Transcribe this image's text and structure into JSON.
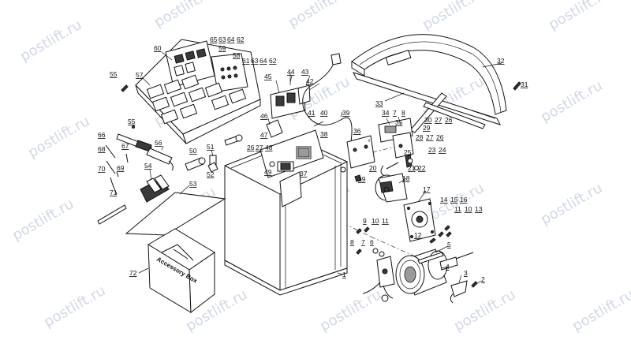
{
  "watermark": "postlift.ru",
  "box_text": "Accessory Box",
  "labels": {
    "l1": "1",
    "l2": "2",
    "l3": "3",
    "l4": "4",
    "l5": "5",
    "l6": "6",
    "l7": "7",
    "l8": "8",
    "l9": "9",
    "l10": "10",
    "l11": "11",
    "l11b": "11",
    "l10b": "10",
    "l13": "13",
    "l12": "12",
    "l14": "14",
    "l15": "15",
    "l16": "16",
    "l17": "17",
    "l18": "18",
    "l19": "19",
    "l20": "20",
    "l21": "21",
    "l22": "22",
    "l23": "23",
    "l24": "24",
    "l25": "25",
    "l28": "28",
    "l27a": "27",
    "l26a": "26",
    "l30": "30",
    "l27b": "27",
    "l26b": "26",
    "l29": "29",
    "l34": "34",
    "l7b": "7",
    "l8b": "8",
    "l35": "35",
    "l36": "36",
    "l31": "31",
    "l32": "32",
    "l33": "33",
    "l37": "37",
    "l38": "38",
    "l39": "39",
    "l40": "40",
    "l41": "41",
    "l42": "42",
    "l43": "43",
    "l44": "44",
    "l45": "45",
    "l46": "46",
    "l47": "47",
    "l26c": "26",
    "l27c": "27",
    "l48": "48",
    "l49": "49",
    "l50": "50",
    "l51": "51",
    "l52": "52",
    "l53": "53",
    "l54": "54",
    "l55a": "55",
    "l55b": "55",
    "l56": "56",
    "l57": "57",
    "l58": "58",
    "l59": "59",
    "l60": "60",
    "l61": "61",
    "l63a": "63",
    "l64a": "64",
    "l62a": "62",
    "l65": "65",
    "l63b": "63",
    "l64b": "64",
    "l62b": "62",
    "l66": "66",
    "l67": "67",
    "l68": "68",
    "l69": "69",
    "l70": "70",
    "l71": "71",
    "l72": "72"
  }
}
